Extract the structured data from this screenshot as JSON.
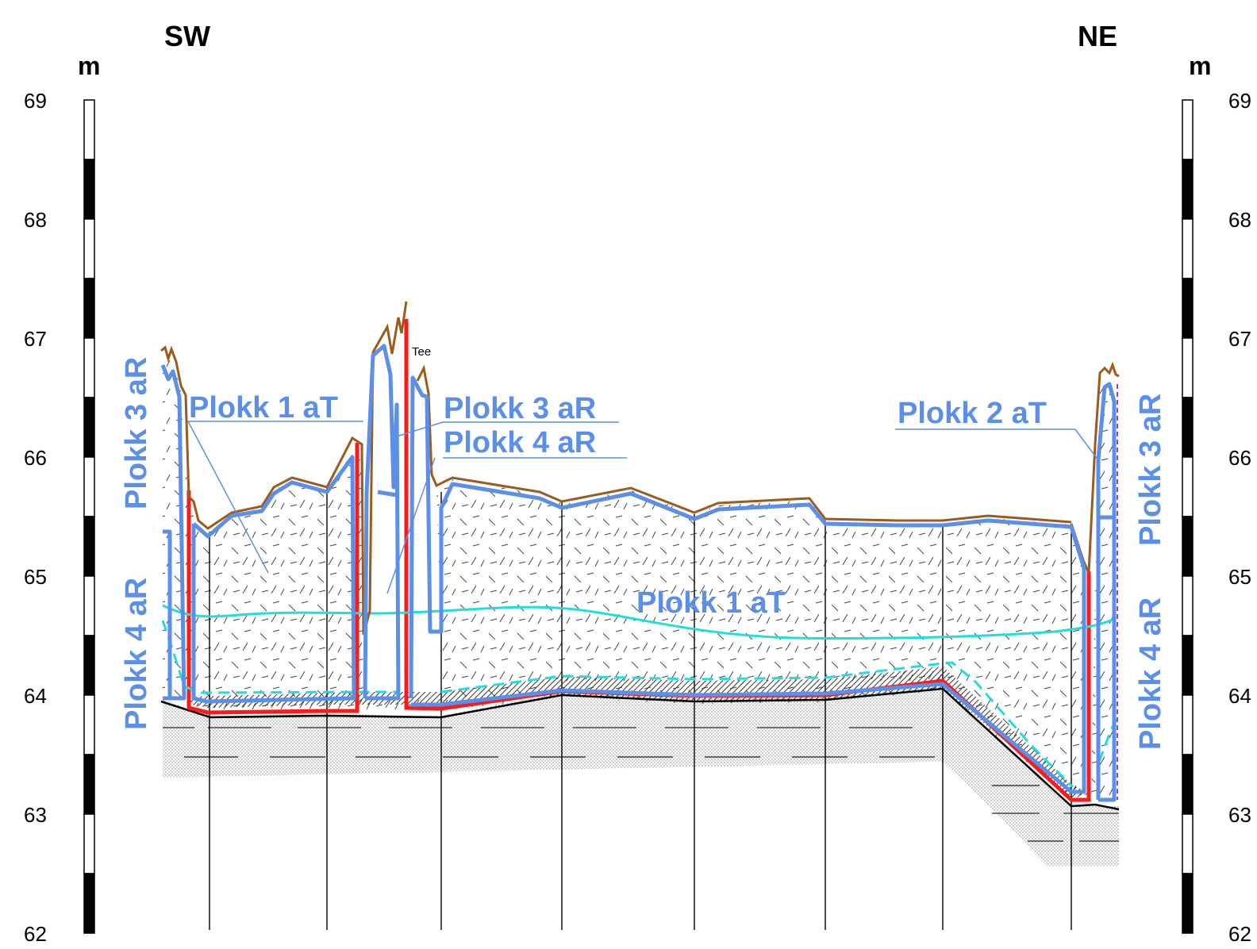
{
  "directions": {
    "left": "SW",
    "right": "NE"
  },
  "unit_left": "m",
  "unit_right": "m",
  "elevation_ticks_left": [
    "69",
    "68",
    "67",
    "66",
    "65",
    "64",
    "63",
    "62"
  ],
  "elevation_ticks_right": [
    "69",
    "68",
    "67",
    "66",
    "65",
    "64",
    "63",
    "62"
  ],
  "elevation_range_m": [
    62,
    69
  ],
  "layer_labels": {
    "plokk3_vertical_left": "Plokk 3 aR",
    "plokk4_vertical_left": "Plokk 4 aR",
    "plokk1_upper": "Plokk 1 aT",
    "plokk3_center": "Plokk 3 aR",
    "plokk4_center": "Plokk 4 aR",
    "plokk2_right": "Plokk 2 aT",
    "plokk1_lower": "Plokk 1 aT",
    "plokk3_vertical_right": "Plokk 3 aR",
    "plokk4_vertical_right": "Plokk 4 aR"
  },
  "small_label": "Tee",
  "colors": {
    "block_outline": "#5b8fe8",
    "terrain": "#9a5b1c",
    "red_line": "#ff1a1a",
    "water_line": "#22dddd",
    "label_blue": "#5b8fe8",
    "black": "#000000"
  }
}
